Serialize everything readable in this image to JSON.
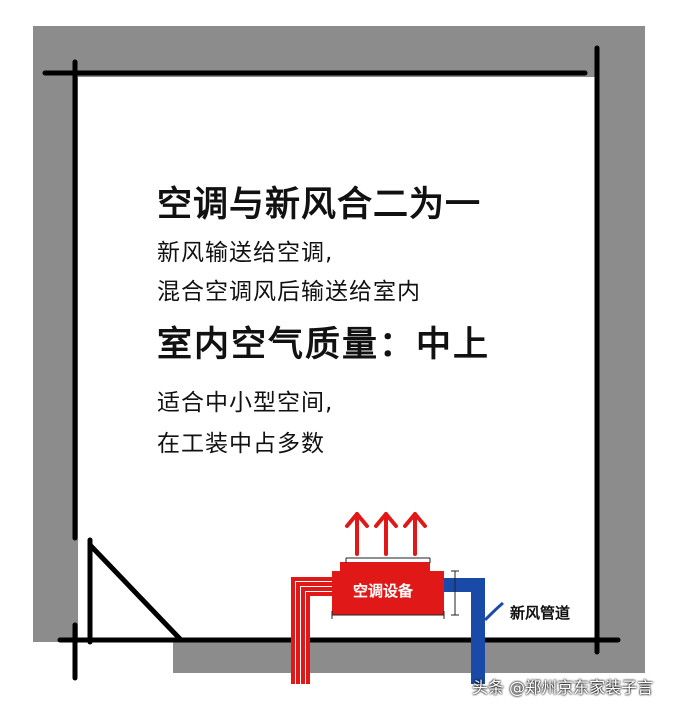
{
  "text": {
    "title": "空调与新风合二为一",
    "line1": "新风输送给空调,",
    "line2": "混合空调风后输送给室内",
    "quality": "室内空气质量：中上",
    "line3": "适合中小型空间,",
    "line4": "在工装中占多数"
  },
  "labels": {
    "ac_unit": "空调设备",
    "fresh_air_duct": "新风管道"
  },
  "watermark": "头条 @郑州京东家装子言",
  "colors": {
    "wall_gray": "#8c8c8c",
    "line_black": "#000000",
    "ac_red": "#e01818",
    "duct_blue": "#1a4aa8",
    "text": "#111111"
  }
}
